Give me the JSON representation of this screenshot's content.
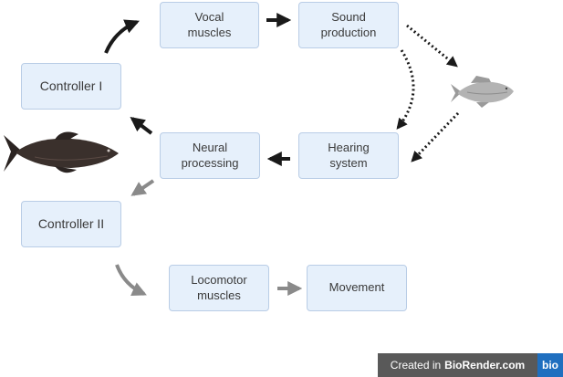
{
  "diagram": {
    "boxes": {
      "vocal_muscles": "Vocal\nmuscles",
      "sound_production": "Sound\nproduction",
      "controller_1": "Controller I",
      "neural_processing": "Neural\nprocessing",
      "hearing_system": "Hearing\nsystem",
      "controller_2": "Controller II",
      "locomotor_muscles": "Locomotor\nmuscles",
      "movement": "Movement"
    },
    "icons": [
      "dark-fish-icon",
      "grey-fish-icon"
    ],
    "colors": {
      "box_fill": "#e6f0fb",
      "box_border": "#b9cde6",
      "arrow_dark": "#1a1a1a",
      "arrow_grey": "#8a8a8a"
    }
  },
  "footer": {
    "created_in": "Created in",
    "brand": "BioRender.com",
    "logo": "bio"
  }
}
